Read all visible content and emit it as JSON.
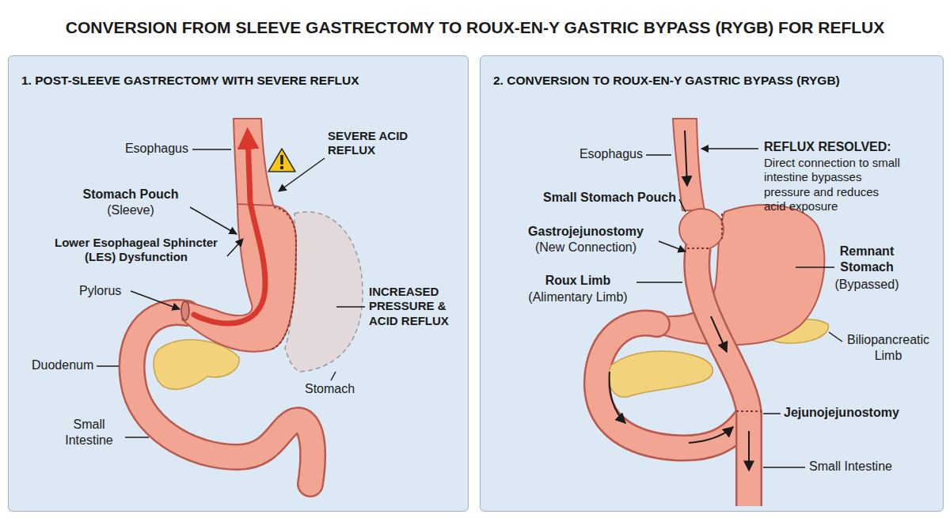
{
  "diagram": {
    "title": "CONVERSION FROM SLEEVE GASTRECTOMY TO ROUX-EN-Y GASTRIC BYPASS (RYGB) FOR REFLUX",
    "nodes": [
      {
        "text": [
          "1. POST-SLEEVE GASTRECTOMY WITH SEVERE REFLUX"
        ]
      },
      {
        "text": [
          "2. CONVERSION TO ROUX-EN-Y GASTRIC BYPASS (RYGB)"
        ]
      }
    ],
    "labels": [
      "Esophagus",
      "SEVERE ACID REFLUX",
      "Stomach Pouch",
      "(Sleeve)",
      "Lower Esophageal Sphincter (LES) Dysfunction",
      "Pylorus",
      "Duodenum",
      "Small Intestine",
      "INCREASED PRESSURE & ACID REFLUX",
      "Stomach",
      "Esophagus",
      "REFLUX RESOLVED:",
      "Direct connection to small intestine bypasses pressure and reduces acid exposure",
      "Small Stomach Pouch",
      "Gastrojejunostomy",
      "(New Connection)",
      "Roux Limb",
      "(Alimentary Limb)",
      "Remnant Stomach",
      "(Bypassed)",
      "Biliopancreatic Limb",
      "Jejunojejunostomy",
      "Small Intestine"
    ]
  }
}
